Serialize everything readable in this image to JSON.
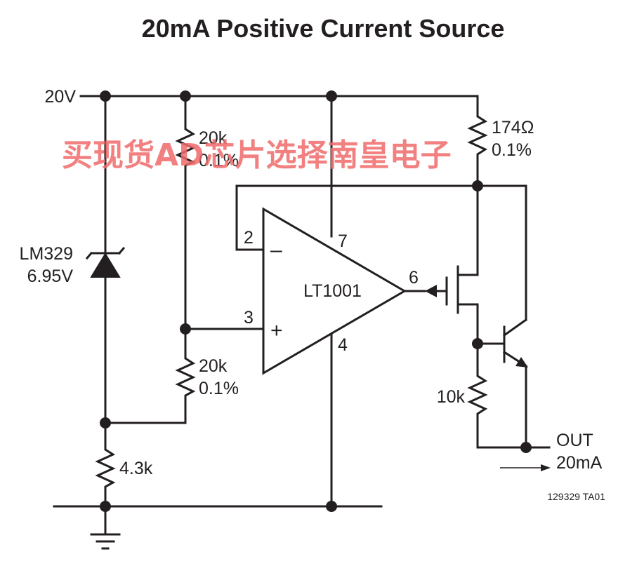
{
  "title": "20mA Positive Current Source",
  "supply_label": "20V",
  "zener": {
    "part": "LM329",
    "voltage": "6.95V"
  },
  "r_top": {
    "value": "20k",
    "tol": "0.1%"
  },
  "r_bot": {
    "value": "20k",
    "tol": "0.1%"
  },
  "r_sense": {
    "value": "174Ω",
    "tol": "0.1%"
  },
  "r_bias": {
    "value": "4.3k"
  },
  "r_base": {
    "value": "10k"
  },
  "opamp": {
    "part": "LT1001",
    "pin_inv": "2",
    "pin_noninv": "3",
    "pin_vplus": "7",
    "pin_vminus": "4",
    "pin_out": "6",
    "sym_minus": "–",
    "sym_plus": "+"
  },
  "output": {
    "label": "OUT",
    "current": "20mA"
  },
  "figure_id": "129329 TA01",
  "watermark": "买现货AD芯片选择南皇电子"
}
